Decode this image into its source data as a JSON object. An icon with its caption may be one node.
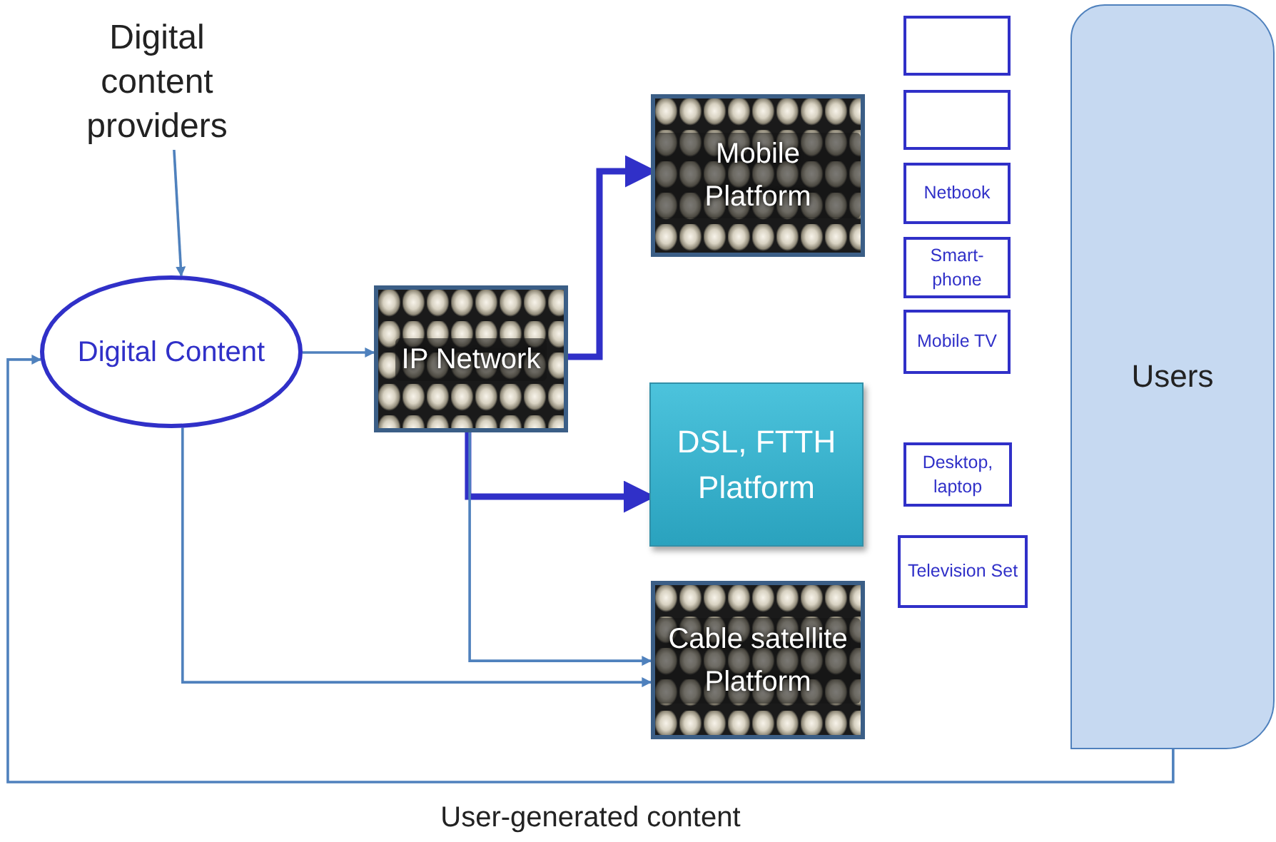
{
  "diagram": {
    "nodes": [
      {
        "text": [
          "Digital content providers"
        ]
      },
      {
        "text": [
          "Digital Content"
        ]
      },
      {
        "text": [
          "IP Network"
        ]
      },
      {
        "text": [
          "Mobile Platform"
        ]
      },
      {
        "text": [
          "DSL, FTTH Platform"
        ]
      },
      {
        "text": [
          "Cable satellite Platform"
        ]
      },
      {
        "text": [],
        "shape": "box"
      },
      {
        "text": [],
        "shape": "box"
      },
      {
        "text": [
          "Netbook"
        ]
      },
      {
        "text": [
          "Smart-phone"
        ]
      },
      {
        "text": [
          "Mobile TV"
        ]
      },
      {
        "text": [
          "Desktop, laptop"
        ]
      },
      {
        "text": [
          "Television Set"
        ]
      },
      {
        "text": [
          "Users"
        ]
      }
    ],
    "edges": [
      {
        "from": 0,
        "to": 1,
        "arrow": "to"
      },
      {
        "from": 1,
        "to": 2,
        "arrow": "to"
      },
      {
        "from": 2,
        "to": 3,
        "arrow": "to",
        "style": "thick",
        "color": "#3030c8"
      },
      {
        "from": 2,
        "to": 4,
        "arrow": "to",
        "style": "thick",
        "color": "#3030c8"
      },
      {
        "from": 2,
        "to": 5,
        "arrow": "to"
      },
      {
        "from": 1,
        "to": 5,
        "arrow": "to"
      },
      {
        "from": 13,
        "to": 1,
        "arrow": "to",
        "label": "User-generated content"
      }
    ]
  }
}
